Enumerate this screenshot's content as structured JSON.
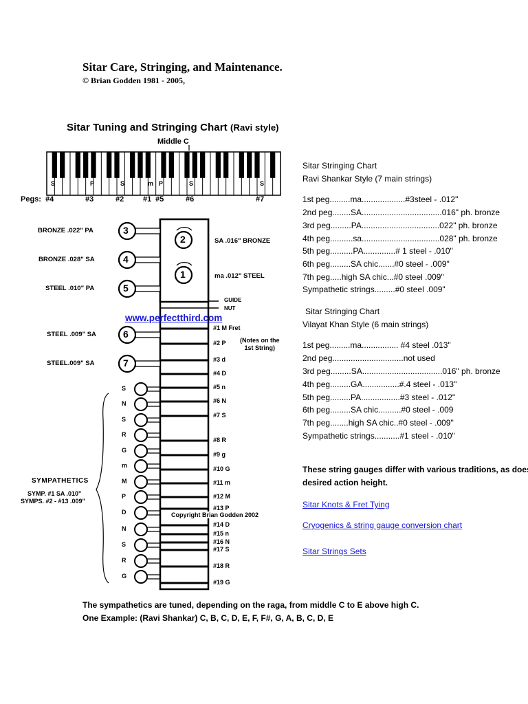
{
  "header": {
    "title": "Sitar Care, Stringing, and Maintenance.",
    "copyright": "© Brian Godden 1981 - 2005,"
  },
  "diagram": {
    "title": "Sitar Tuning and Stringing Chart",
    "title_sub": "(Ravi style)",
    "middle_c": "Middle C",
    "keyboard_marks": [
      "S",
      "P",
      "S",
      "m",
      "P",
      "S",
      "S"
    ],
    "pegs_label": "Pegs:",
    "peg_positions": [
      "#4",
      "#3",
      "#2",
      "#1",
      "#5",
      "#6",
      "#7"
    ],
    "main_strings": [
      {
        "num": "3",
        "label": "BRONZE .022\" PA"
      },
      {
        "num": "4",
        "label": "BRONZE .028\" SA"
      },
      {
        "num": "5",
        "label": "STEEL .010\" PA"
      },
      {
        "num": "6",
        "label": "STEEL .009\" SA"
      },
      {
        "num": "7",
        "label": "STEEL.009\" SA"
      }
    ],
    "head_strings": [
      {
        "num": "2",
        "label": "SA .016\" BRONZE"
      },
      {
        "num": "1",
        "label": "ma .012\" STEEL"
      }
    ],
    "guide_label": "GUIDE",
    "nut_label": "NUT",
    "website": "www.perfectthird.com",
    "notes": [
      "(Notes on the",
      "1st String)"
    ],
    "frets": [
      "#1 M Fret",
      "#2 P",
      "#3 d",
      "#4 D",
      "#5 n",
      "#6 N",
      "#7 S",
      "#8 R",
      "#9 g",
      "#10 G",
      "#11 m",
      "#12 M",
      "#13 P",
      "#14 D",
      "#15 n",
      "#16 N",
      "#17 S",
      "#18 R",
      "#19 G"
    ],
    "sympathetic_notes": [
      "S",
      "N",
      "S",
      "R",
      "G",
      "m",
      "M",
      "P",
      "D",
      "N",
      "S",
      "R",
      "G"
    ],
    "sympathetics_label": "SYMPATHETICS",
    "symp_1": "SYMP. #1 SA .010\"",
    "symp_2": "SYMPS. #2 - #13 .009\"",
    "copyright": "Copyright Brian Godden 2002"
  },
  "ravi": {
    "heading": "Sitar Stringing Chart",
    "subheading": "Ravi Shankar Style (7 main strings)",
    "lines": [
      "1st peg.........ma...................#3steel - .012\"",
      "2nd peg........SA...................................016\" ph. bronze",
      "3rd peg.........PA..................................022\" ph. bronze",
      "4th peg..........sa..................................028\" ph. bronze",
      "5th peg..........PA..............# 1 steel - .010\"",
      "6th peg.........SA chic.......#0 steel - .009\"",
      "7th peg.....high SA chic...#0 steel  .009\"",
      "Sympathetic strings.........#0 steel  .009\""
    ]
  },
  "vilayat": {
    "heading": "Sitar Stringing Chart",
    "subheading": "Vilayat Khan Style (6 main strings)",
    "lines": [
      "1st peg.........ma................ #4 steel  .013\"",
      "2nd peg...............................not used",
      "3rd peg.........SA...................................016\" ph. bronze",
      "4th peg.........GA................#.4 steel - .013\"",
      "5th peg.........PA.................#3 steel - .012\"",
      "6th peg.........SA chic..........#0 steel  - .009",
      "7th peg........high SA chic..#0 steel  - .009\"",
      "Sympathetic strings...........#1 steel - .010\""
    ]
  },
  "note": {
    "line1": "These string gauges differ with various traditions, as does",
    "line2": "desired action height."
  },
  "links": [
    "Sitar Knots & Fret Tying",
    "Cryogenics & string gauge conversion chart",
    "Sitar Strings Sets"
  ],
  "footer": {
    "line1": "The sympathetics are tuned, depending on the raga, from middle C to E above high C.",
    "line2": "One Example:  (Ravi Shankar) C, B, C, D, E, F, F#, G, A, B, C, D, E"
  }
}
